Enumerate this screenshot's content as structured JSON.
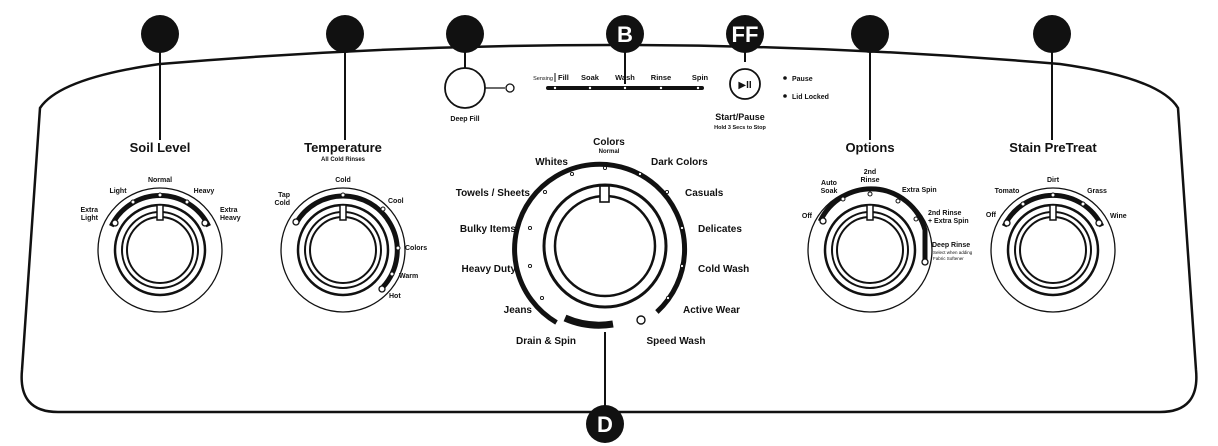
{
  "callouts": {
    "b": "B",
    "ff": "FF",
    "d": "D"
  },
  "soil_level": {
    "title": "Soil Level",
    "settings": {
      "extra_light": [
        "Extra",
        "Light"
      ],
      "light": "Light",
      "normal": "Normal",
      "heavy": "Heavy",
      "extra_heavy": [
        "Extra",
        "Heavy"
      ]
    }
  },
  "temperature": {
    "title": "Temperature",
    "subtitle": "All Cold Rinses",
    "settings": {
      "tap_cold": [
        "Tap",
        "Cold"
      ],
      "cold": "Cold",
      "cool": "Cool",
      "colors": "Colors",
      "warm": "Warm",
      "hot": "Hot"
    }
  },
  "deep_fill": {
    "label": "Deep Fill"
  },
  "status": {
    "sensing": "Sensing",
    "stages": [
      "Fill",
      "Soak",
      "Wash",
      "Rinse",
      "Spin"
    ]
  },
  "start_pause": {
    "icon_text": "▶II",
    "label": "Start/Pause",
    "sublabel": "Hold 3 Secs to Stop",
    "indicators": [
      "Pause",
      "Lid Locked"
    ]
  },
  "cycles": {
    "colors": "Colors",
    "colors_sub": "Normal",
    "whites": "Whites",
    "dark_colors": "Dark Colors",
    "towels_sheets": "Towels / Sheets",
    "casuals": "Casuals",
    "bulky_items": "Bulky Items",
    "delicates": "Delicates",
    "heavy_duty": "Heavy Duty",
    "cold_wash": "Cold Wash",
    "jeans": "Jeans",
    "active_wear": "Active Wear",
    "drain_spin": "Drain & Spin",
    "speed_wash": "Speed Wash"
  },
  "options": {
    "title": "Options",
    "settings": {
      "off": "Off",
      "auto_soak": [
        "Auto",
        "Soak"
      ],
      "second_rinse": [
        "2nd",
        "Rinse"
      ],
      "extra_spin": "Extra Spin",
      "second_rinse_extra_spin": [
        "2nd Rinse",
        "+ Extra Spin"
      ],
      "deep_rinse": "Deep Rinse",
      "deep_rinse_note": [
        "Select when adding",
        "Fabric Softener"
      ]
    }
  },
  "stain_pretreat": {
    "title": "Stain PreTreat",
    "settings": {
      "off": "Off",
      "tomato": "Tomato",
      "dirt": "Dirt",
      "grass": "Grass",
      "wine": "Wine"
    }
  }
}
